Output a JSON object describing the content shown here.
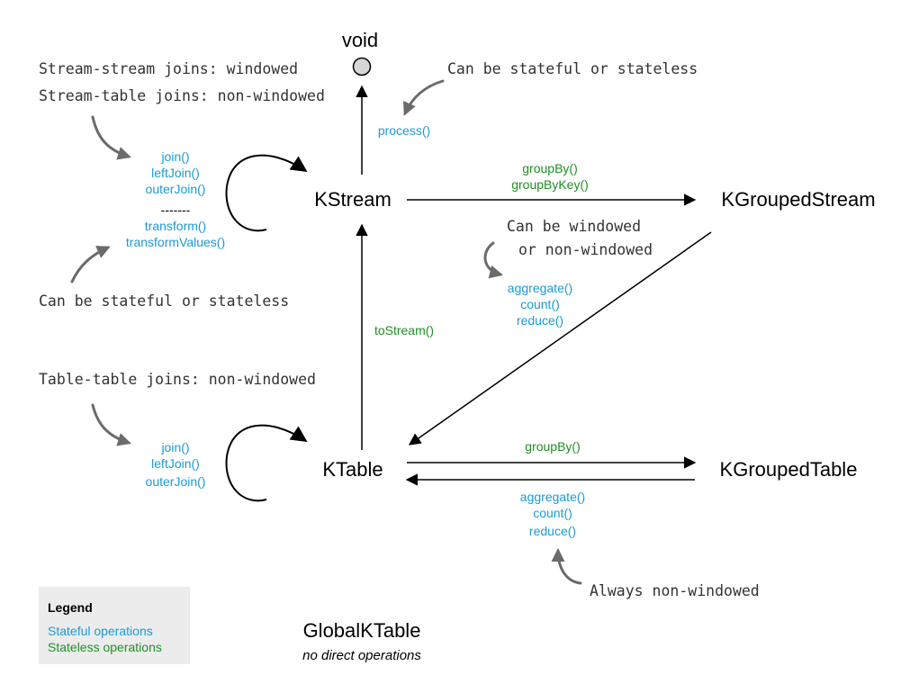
{
  "nodes": {
    "void": "void",
    "kstream": "KStream",
    "kgroupedstream": "KGroupedStream",
    "ktable": "KTable",
    "kgroupedtable": "KGroupedTable",
    "globalktable": "GlobalKTable",
    "globalktable_sub": "no direct operations"
  },
  "ops": {
    "process": "process()",
    "groupby_stream": [
      "groupBy()",
      "groupByKey()"
    ],
    "stream_self": [
      "join()",
      "leftJoin()",
      "outerJoin()"
    ],
    "stream_sep": "-------",
    "stream_self_transform": [
      "transform()",
      "transformValues()"
    ],
    "grouped_stream_agg": [
      "aggregate()",
      "count()",
      "reduce()"
    ],
    "to_stream": "toStream()",
    "table_self": [
      "join()",
      "leftJoin()",
      "outerJoin()"
    ],
    "groupby_table": "groupBy()",
    "grouped_table_agg": [
      "aggregate()",
      "count()",
      "reduce()"
    ]
  },
  "notes": {
    "stream_joins": [
      "Stream-stream joins: windowed",
      "Stream-table joins: non-windowed"
    ],
    "process_note": "Can be stateful or stateless",
    "windowed_note": [
      "Can be windowed",
      "or non-windowed"
    ],
    "transform_note": "Can be stateful or stateless",
    "table_joins": "Table-table joins: non-windowed",
    "always_note": "Always non-windowed"
  },
  "legend": {
    "title": "Legend",
    "stateful": "Stateful operations",
    "stateless": "Stateless operations"
  },
  "colors": {
    "stateful": "#1a9ad6",
    "stateless": "#1f8f25",
    "annotation": "#6b6b6b",
    "legend_bg": "#ececec",
    "void_fill": "#d6d6d6"
  }
}
